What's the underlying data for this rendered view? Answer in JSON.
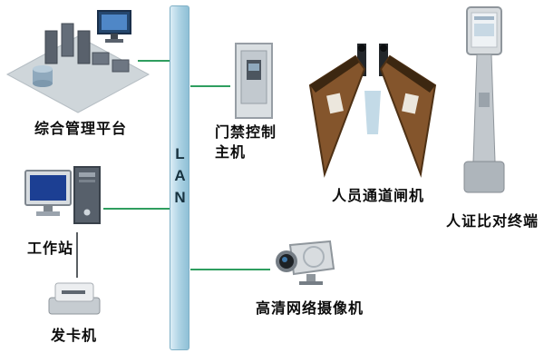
{
  "diagram": {
    "lan_label": "LAN",
    "nodes": {
      "platform": {
        "label": "综合管理平台"
      },
      "workstation": {
        "label": "工作站"
      },
      "card_issuer": {
        "label": "发卡机"
      },
      "controller": {
        "label": "门禁控制主机"
      },
      "turnstile": {
        "label": "人员通道闸机"
      },
      "verify_terminal": {
        "label": "人证比对终端"
      },
      "camera": {
        "label": "高清网络摄像机"
      }
    },
    "colors": {
      "lan_fill": "#a9d0e2",
      "lan_border": "#7fb0c6",
      "connector_green": "#2f9e5f",
      "connector_gray": "#5a5f63",
      "label_color": "#0d0d0d",
      "turnstile_bronze": "#84552c"
    }
  }
}
